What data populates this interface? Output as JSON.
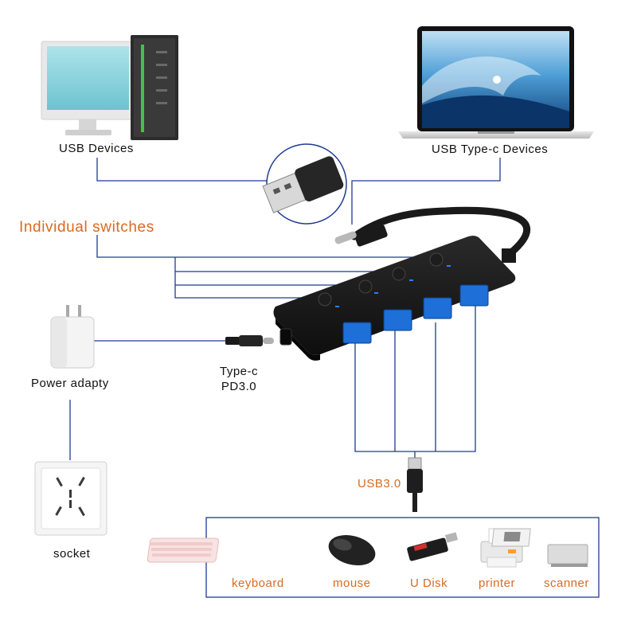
{
  "labels": {
    "usb_devices": "USB Devices",
    "typec_devices": "USB Type-c Devices",
    "individual_switches": "Individual switches",
    "power_adapter": "Power adapty",
    "typec_line1": "Type-c",
    "typec_line2": "PD3.0",
    "socket": "socket",
    "usb3": "USB3.0"
  },
  "devices": [
    {
      "label": "keyboard",
      "icon": "keyboard-icon"
    },
    {
      "label": "mouse",
      "icon": "mouse-icon"
    },
    {
      "label": "U Disk",
      "icon": "udisk-icon"
    },
    {
      "label": "printer",
      "icon": "printer-icon"
    },
    {
      "label": "scanner",
      "icon": "scanner-icon"
    }
  ],
  "colors": {
    "line": "#1f3a93",
    "accent_orange": "#d86a22",
    "hub_body": "#1b1b1b",
    "usb_port_blue": "#1e6fd8",
    "led_blue": "#2f7bff"
  }
}
